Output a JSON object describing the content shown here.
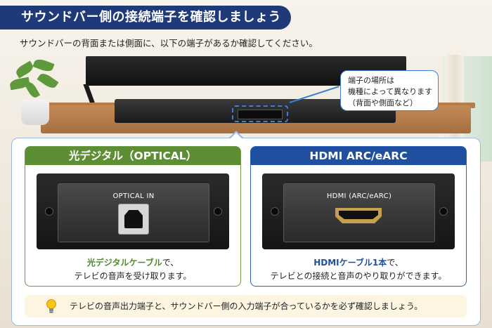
{
  "header": {
    "title": "サウンドバー側の接続端子を確認しましょう"
  },
  "subtitle": "サウンドバーの背面または側面に、以下の端子があるか確認してください。",
  "callout": {
    "lines": [
      "端子の場所は",
      "機種によって異なります",
      "（背面や側面など）"
    ]
  },
  "cards": [
    {
      "title": "光デジタル（OPTICAL）",
      "port_label": "OPTICAL IN",
      "text_highlight": "光デジタルケーブル",
      "text_rest_line1": "で、",
      "text_line2": "テレビの音声を受け取ります。"
    },
    {
      "title": "HDMI ARC/eARC",
      "port_label": "HDMI (ARC/eARC)",
      "text_highlight": "HDMIケーブル1本",
      "text_rest_line1": "で、",
      "text_line2": "テレビとの接続と音声のやり取りができます。"
    }
  ],
  "tip": {
    "icon": "lightbulb-icon",
    "text": "テレビの音声出力端子と、サウンドバー側の入力端子が合っているかを必ず確認しましょう。"
  },
  "colors": {
    "header": "#1f3a78",
    "green": "#5e8e33",
    "blue": "#1f4f9e",
    "callout_border": "#3b7fd6",
    "tip_bg": "#fdf5e2"
  }
}
